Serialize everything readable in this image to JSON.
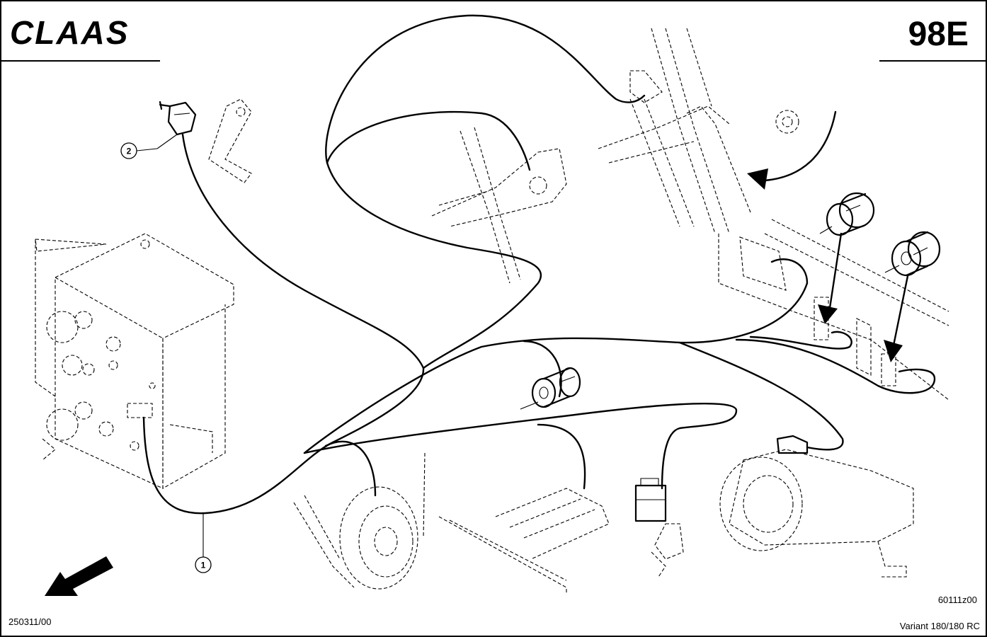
{
  "header": {
    "brand": "CLAAS",
    "sheet_code": "98E"
  },
  "footer": {
    "date_code": "250311/00",
    "drawing_number": "60111z00",
    "model": "Variant 180/180 RC"
  },
  "callouts": {
    "one": "1",
    "two": "2"
  },
  "colors": {
    "line": "#000000",
    "background": "#ffffff"
  }
}
